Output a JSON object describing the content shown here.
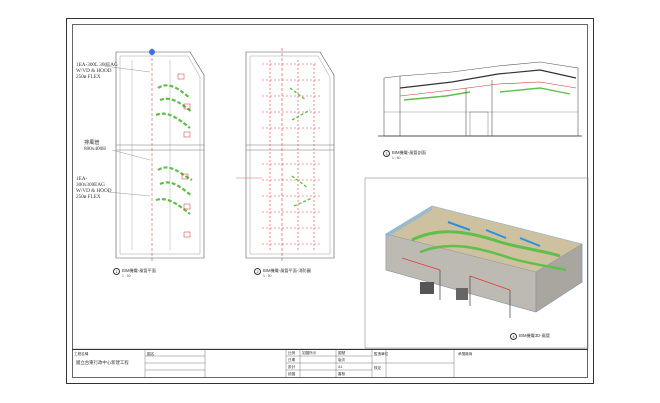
{
  "plans": {
    "left": {
      "note_top_1": "1EA-300L 300EAG",
      "note_top_2": "W/VD & HOOD",
      "note_top_3": "250ø FLEX",
      "note_mid_1": "排風管",
      "note_mid_2": "800x400H",
      "note_bot_1": "1EA-",
      "note_bot_2": "300x300EAG",
      "note_bot_3": "W/VD & HOOD",
      "note_bot_4": "250ø FLEX",
      "caption": "BIM機電-風管平面",
      "scale": "1 : 50",
      "number": "1"
    },
    "middle": {
      "caption": "BIM機電-風管平面-消防圖",
      "scale": "1 : 50",
      "number": "2"
    },
    "section": {
      "caption": "BIM機電-風管剖面",
      "scale": "1 : 50",
      "number": "3"
    },
    "model3d": {
      "caption": "BIM機電3D-風管",
      "number": "4"
    }
  },
  "title_block": {
    "project_label": "工程名稱",
    "project_name": "國立台東行政中心新建工程",
    "drawing_label": "圖名",
    "scale_label": "比例",
    "scale_value": "如圖所示",
    "date_label": "日期",
    "design_label": "設計",
    "check_label": "審核",
    "sheet_label": "圖號",
    "approve_label": "核定",
    "rev_label": "版次",
    "draw_label": "繪圖",
    "rev_value": "A1",
    "company_label": "監造單位",
    "contractor_label": "承攬廠商"
  },
  "colors": {
    "duct_green": "#5fbf4a",
    "fire_red": "#e23b3b",
    "line": "#333333",
    "model_blue": "#7fb6e6"
  }
}
